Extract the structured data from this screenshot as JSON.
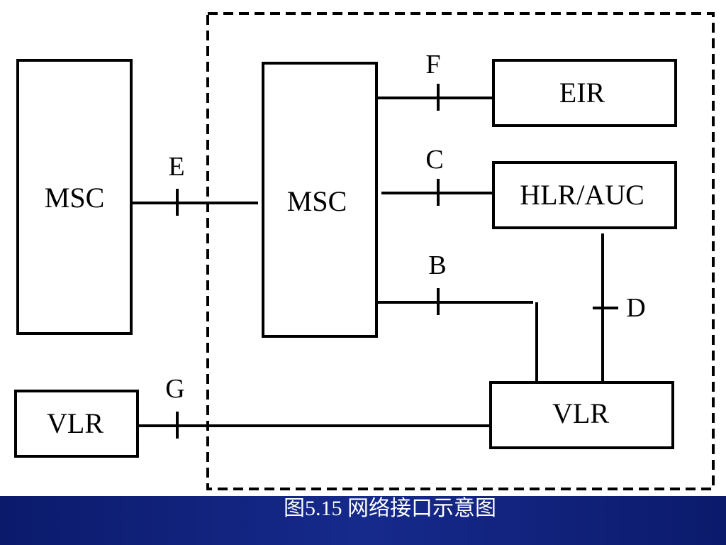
{
  "nodes": {
    "msc_external": "MSC",
    "msc_internal": "MSC",
    "eir": "EIR",
    "hlr_auc": "HLR/AUC",
    "vlr_external": "VLR",
    "vlr_internal": "VLR"
  },
  "interfaces": {
    "e": "E",
    "f": "F",
    "c": "C",
    "b": "B",
    "d": "D",
    "g": "G"
  },
  "caption": "图5.15  网络接口示意图",
  "colors": {
    "caption_bar": "#162a8c",
    "caption_text": "#ffffff",
    "stroke": "#000000"
  }
}
